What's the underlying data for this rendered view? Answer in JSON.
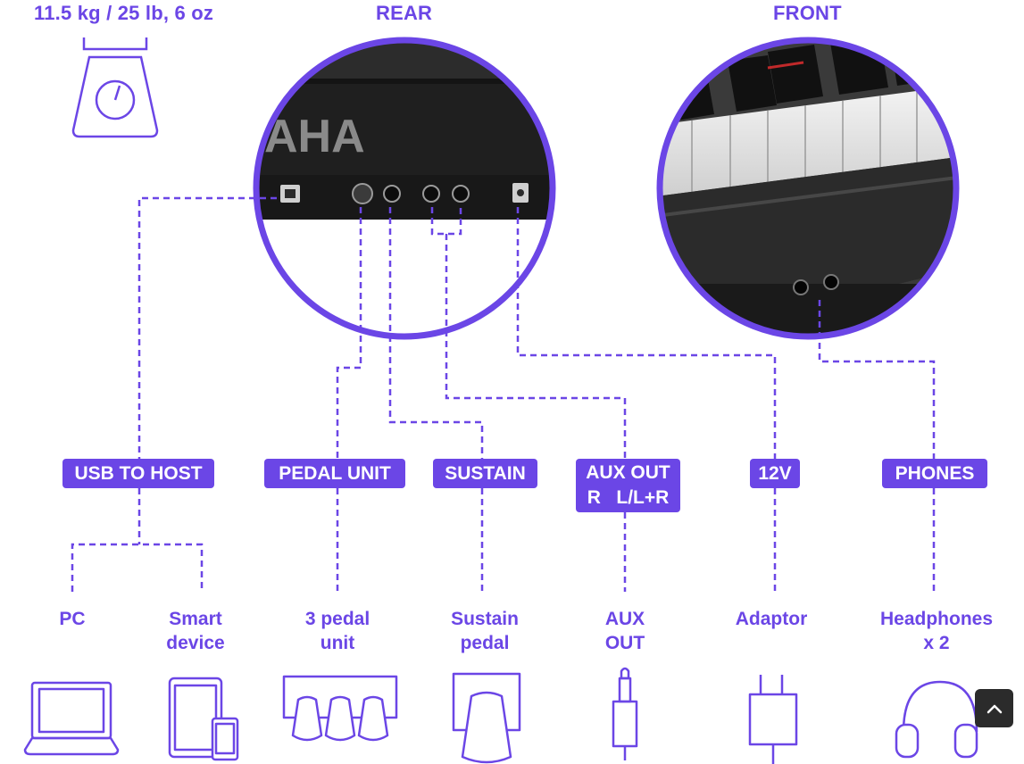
{
  "weight": "11.5 kg / 25 lb, 6 oz",
  "rear_label": "REAR",
  "front_label": "FRONT",
  "brand_fragment": "AHA",
  "badges": {
    "usb": "USB TO HOST",
    "pedal": "PEDAL UNIT",
    "sustain": "SUSTAIN",
    "aux_line1": "AUX OUT",
    "aux_line2": "R   L/L+R",
    "power": "12V",
    "phones": "PHONES"
  },
  "devices": {
    "pc": "PC",
    "smart_1": "Smart",
    "smart_2": "device",
    "pedal_1": "3 pedal",
    "pedal_2": "unit",
    "sustain_1": "Sustain",
    "sustain_2": "pedal",
    "aux_1": "AUX",
    "aux_2": "OUT",
    "adaptor": "Adaptor",
    "phones_1": "Headphones",
    "phones_2": "x 2"
  },
  "colors": {
    "accent": "#6b46e6",
    "device_dark": "#1e1e1e"
  },
  "icons": [
    "scale-icon",
    "laptop-icon",
    "tablet-phone-icon",
    "three-pedal-icon",
    "sustain-pedal-icon",
    "audio-jack-icon",
    "power-adaptor-icon",
    "headphones-icon",
    "chevron-up-icon"
  ]
}
